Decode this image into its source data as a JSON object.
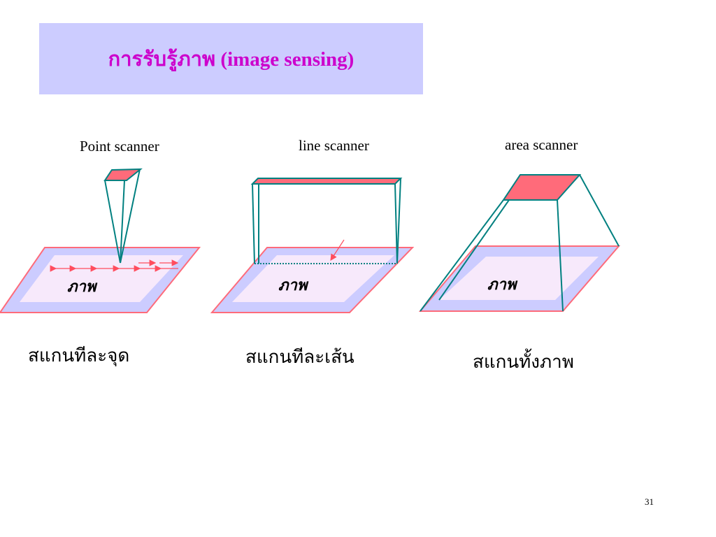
{
  "slide": {
    "title": "การรับรู้ภาพ (image sensing)",
    "page_number": "31"
  },
  "scanners": [
    {
      "label": "Point scanner",
      "image_word": "ภาพ",
      "caption": "สแกนทีละจุด"
    },
    {
      "label": "line scanner",
      "image_word": "ภาพ",
      "caption": "สแกนทีละเส้น"
    },
    {
      "label": "area scanner",
      "image_word": "ภาพ",
      "caption": "สแกนทั้งภาพ"
    }
  ],
  "colors": {
    "title_bg": "#ccccff",
    "title_text": "#cc00cc",
    "sensor_fill": "#ff6b7a",
    "sensor_stroke": "#008080",
    "plane_outer_fill": "#ccccff",
    "plane_outer_stroke": "#ff6b7a",
    "plane_inner_fill": "#f7e9fb",
    "arrow_color": "#ff4d5e"
  }
}
